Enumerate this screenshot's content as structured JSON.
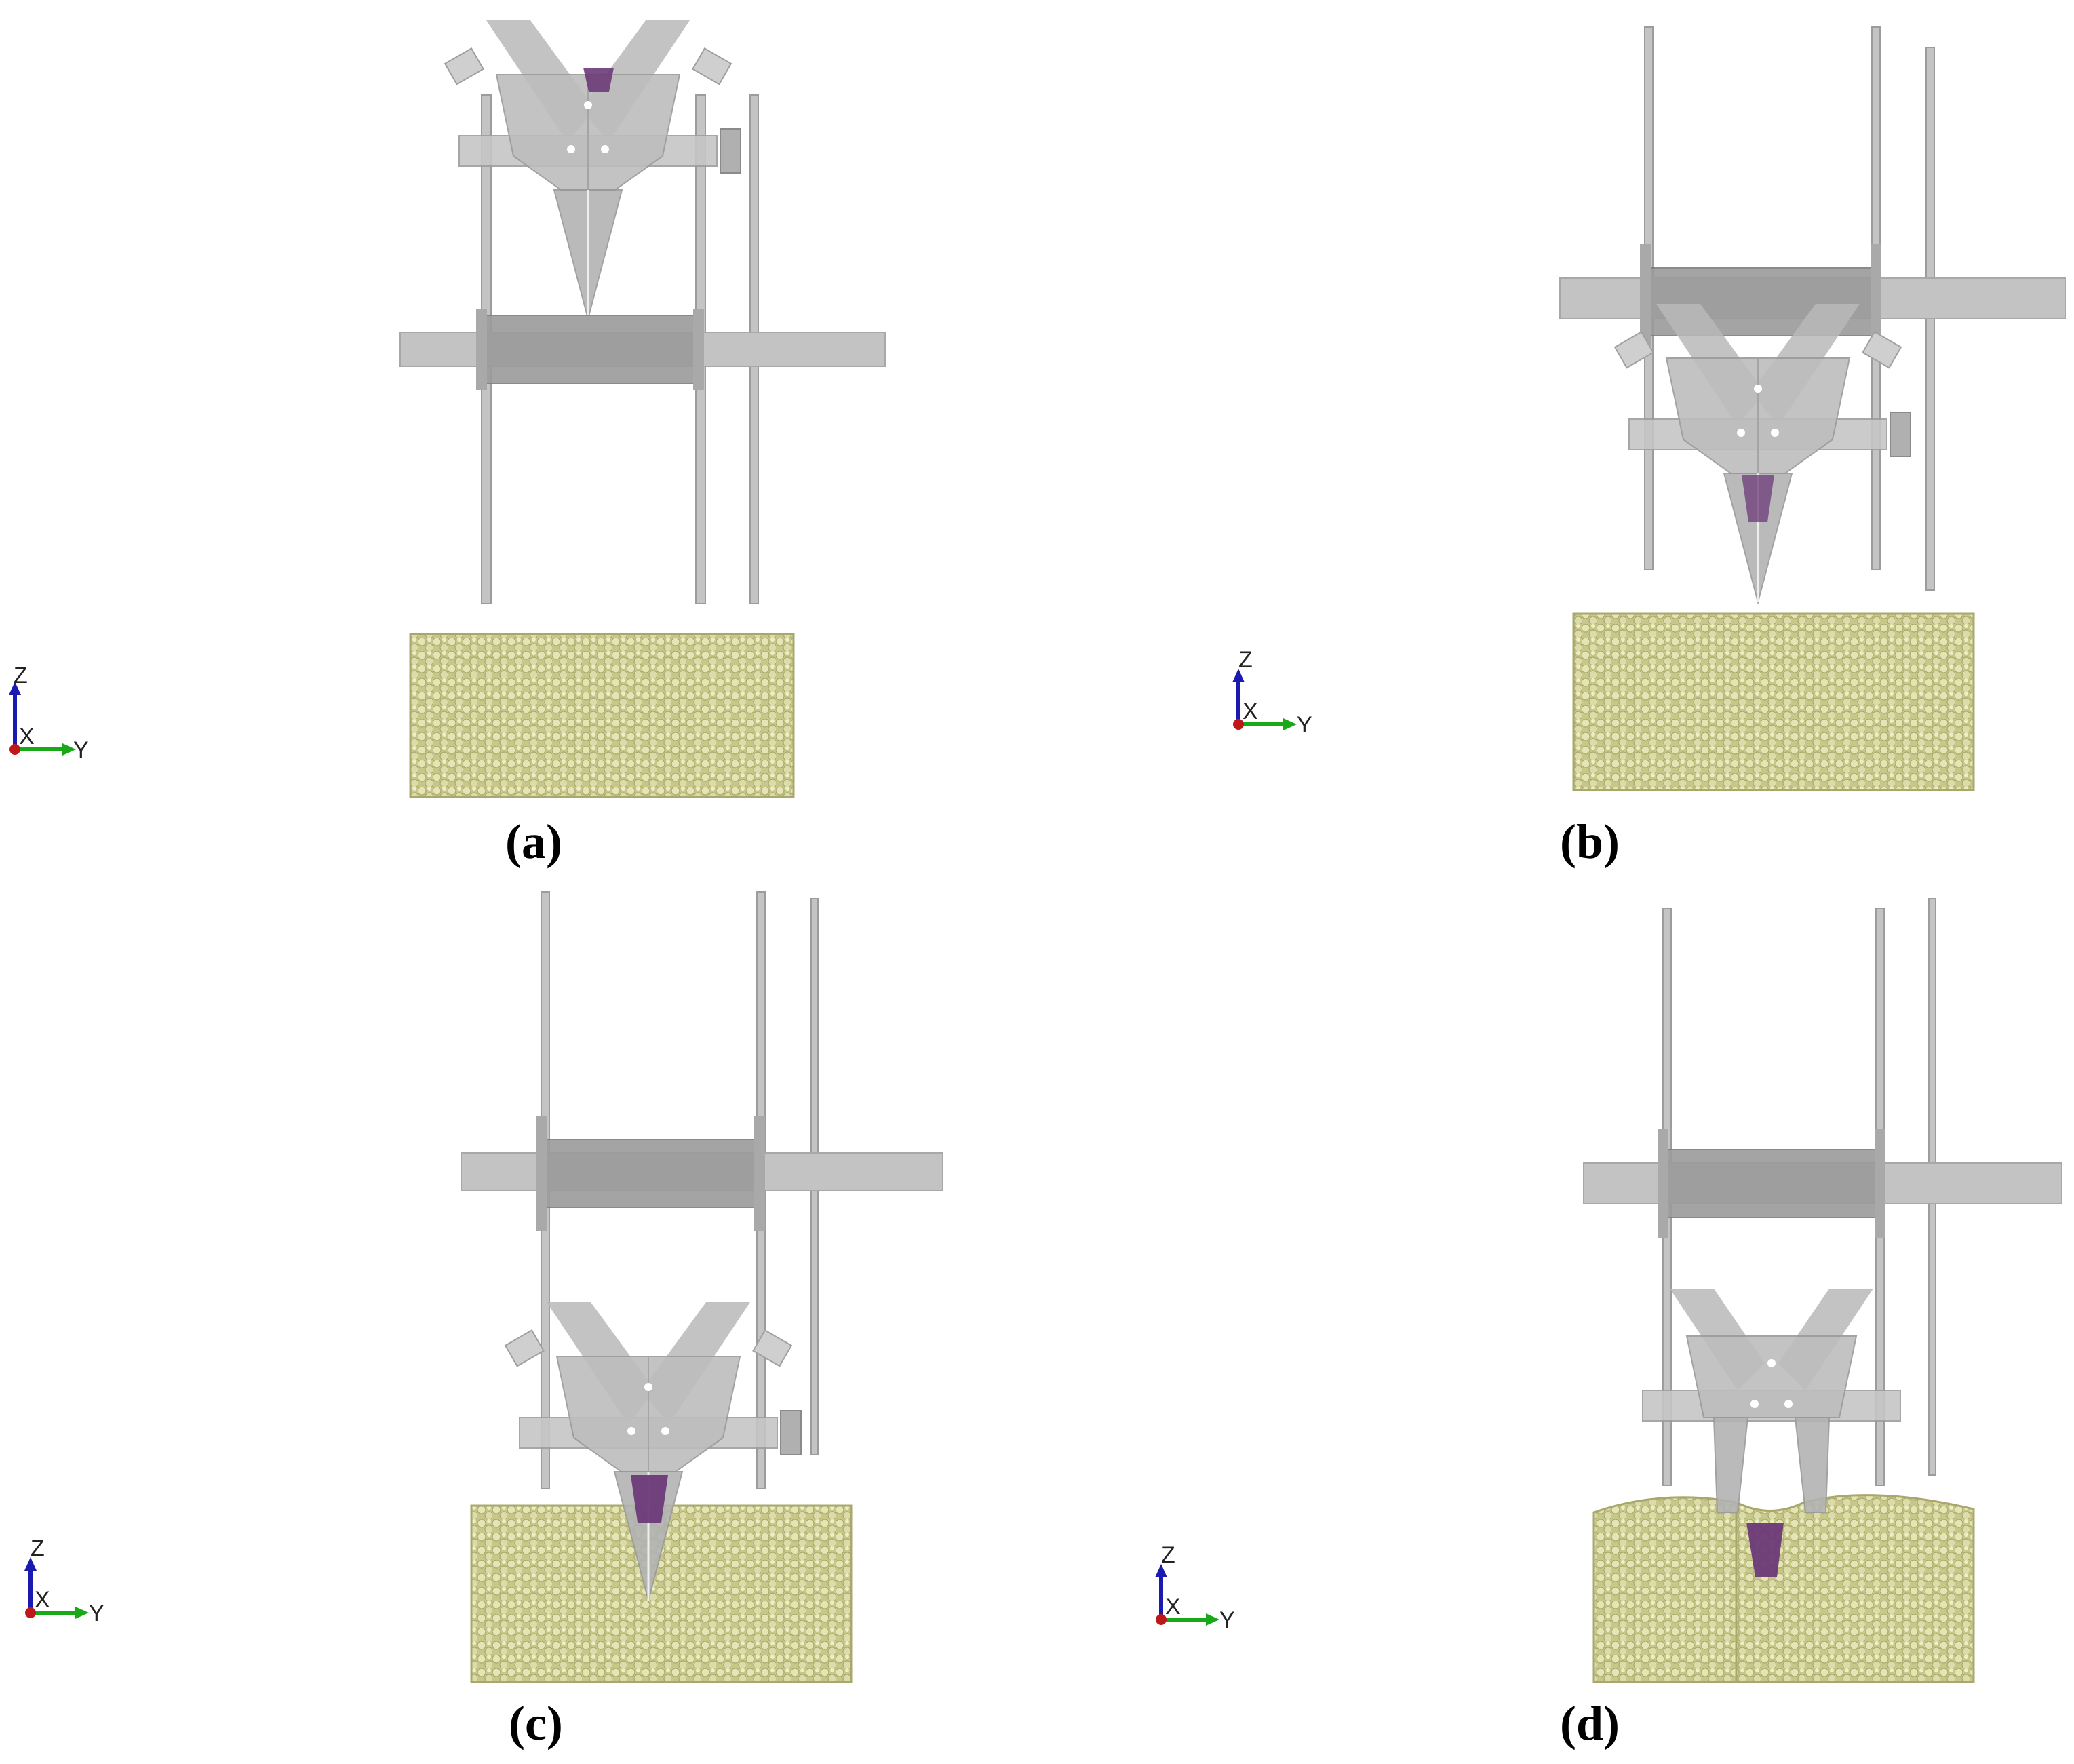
{
  "panels": [
    {
      "id": "a",
      "caption": "(a)",
      "axis": {
        "z": "Z",
        "x": "X",
        "y": "Y"
      }
    },
    {
      "id": "b",
      "caption": "(b)",
      "axis": {
        "z": "Z",
        "x": "X",
        "y": "Y"
      }
    },
    {
      "id": "c",
      "caption": "(c)",
      "axis": {
        "z": "Z",
        "x": "X",
        "y": "Y"
      }
    },
    {
      "id": "d",
      "caption": "(d)",
      "axis": {
        "z": "Z",
        "x": "X",
        "y": "Y"
      }
    }
  ],
  "colors": {
    "frame": "#9a9a9a",
    "frame_light": "#c8c8c8",
    "roller": "#8c8c8c",
    "soil": "#c9c98e",
    "soil_dot": "#e6e6b8",
    "seed": "#6b3a78",
    "axis_z": "#1a1ab0",
    "axis_y": "#18a818",
    "axis_origin": "#c01818"
  }
}
